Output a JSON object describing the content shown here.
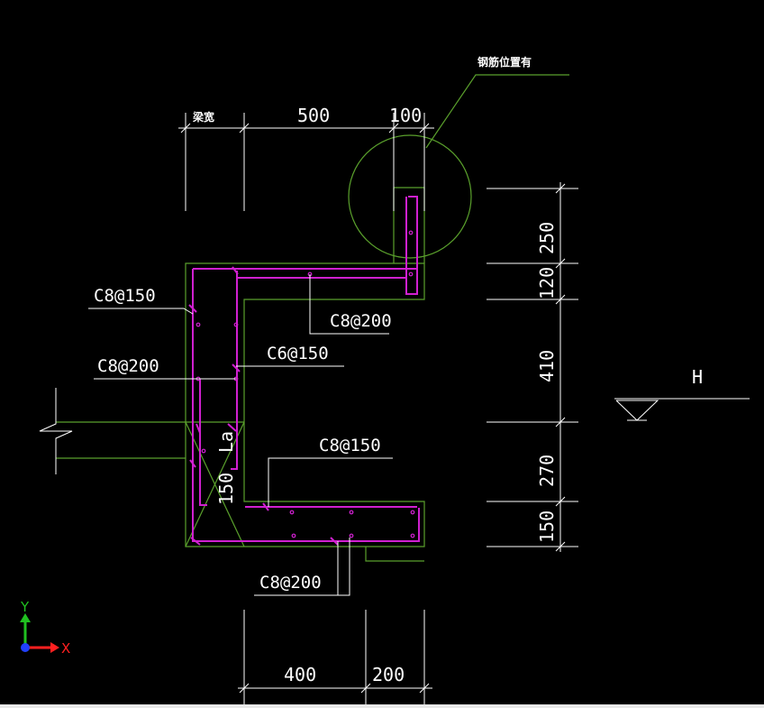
{
  "dimensions": {
    "top_left": "梁宽",
    "top_500": "500",
    "top_100": "100",
    "right_250": "250",
    "right_120": "120",
    "right_410": "410",
    "right_270": "270",
    "right_150": "150",
    "bottom_400": "400",
    "bottom_200": "200",
    "inner_150": "150",
    "anchor": "La"
  },
  "labels": {
    "callout": "钢筋位置有",
    "rebar_1": "C8@150",
    "rebar_2": "C8@200",
    "rebar_3": "C6@150",
    "rebar_4": "C8@200",
    "rebar_5": "C8@150",
    "rebar_6": "C8@200",
    "water_level": "H"
  },
  "axes": {
    "x_label": "X",
    "y_label": "Y"
  },
  "colors": {
    "background": "#000000",
    "line": "#ffffff",
    "outline": "#5aa02c",
    "rebar": "#d020d0",
    "axis_x": "#ff2020",
    "axis_y": "#20c020",
    "axis_origin": "#2040ff"
  }
}
